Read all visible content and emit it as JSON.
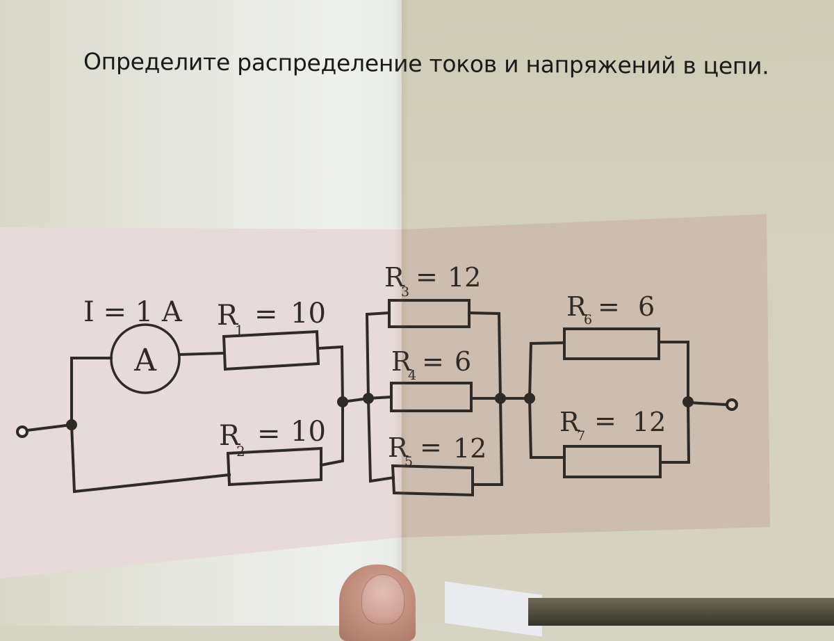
{
  "problem": {
    "title": "Определите распределение токов и напряжений в цепи."
  },
  "circuit": {
    "ammeter": {
      "symbol": "A",
      "reading_label": "I = 1 A"
    },
    "resistors": [
      {
        "id": "R1",
        "letter": "R",
        "sub": "1",
        "eq": "=",
        "value": "10"
      },
      {
        "id": "R2",
        "letter": "R",
        "sub": "2",
        "eq": "=",
        "value": "10"
      },
      {
        "id": "R3",
        "letter": "R",
        "sub": "3",
        "eq": "=",
        "value": "12"
      },
      {
        "id": "R4",
        "letter": "R",
        "sub": "4",
        "eq": "=",
        "value": "6"
      },
      {
        "id": "R5",
        "letter": "R",
        "sub": "5",
        "eq": "=",
        "value": "12"
      },
      {
        "id": "R6",
        "letter": "R",
        "sub": "6",
        "eq": "=",
        "value": "6"
      },
      {
        "id": "R7",
        "letter": "R",
        "sub": "7",
        "eq": "=",
        "value": "12"
      }
    ],
    "topology": [
      {
        "group": "parallel",
        "branches": [
          [
            "ammeter",
            "R1"
          ],
          [
            "R2"
          ]
        ]
      },
      {
        "group": "parallel",
        "branches": [
          [
            "R3"
          ],
          [
            "R4"
          ],
          [
            "R5"
          ]
        ]
      },
      {
        "group": "parallel",
        "branches": [
          [
            "R6"
          ],
          [
            "R7"
          ]
        ]
      }
    ],
    "colors": {
      "wire": "#2e2a26",
      "diagram_background_left": "#e6d9d8",
      "diagram_background_right": "#cbbcaa"
    }
  }
}
